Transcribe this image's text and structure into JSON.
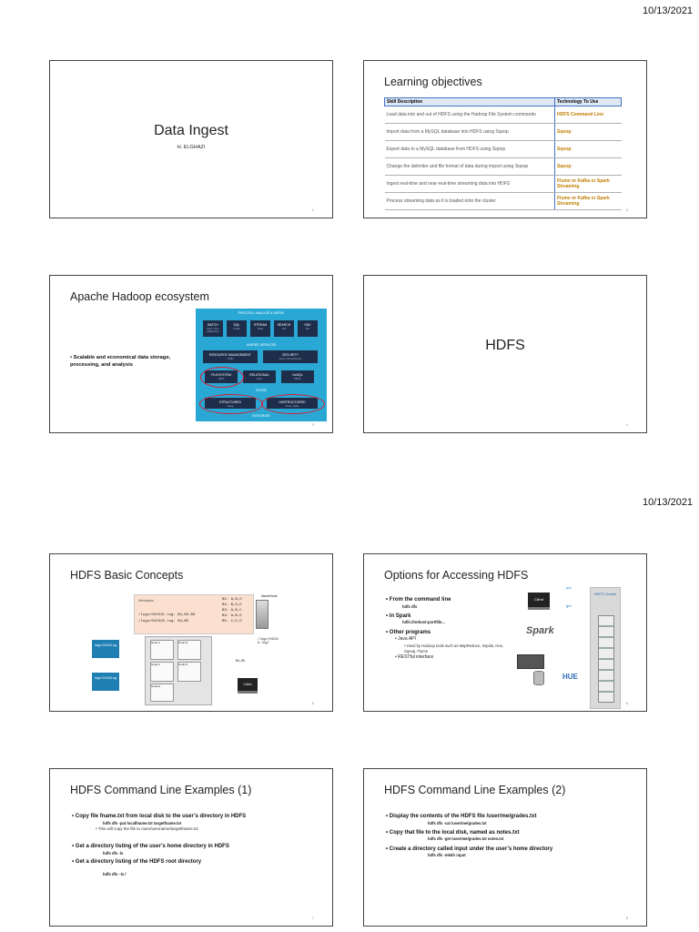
{
  "page": {
    "date_top": "10/13/2021",
    "date_mid": "10/13/2021"
  },
  "slides": {
    "s1": {
      "title": "Data Ingest",
      "subtitle": "H. ELGHAZI",
      "num": "1"
    },
    "s2": {
      "title": "Learning objectives",
      "num": "2",
      "table": {
        "headers": [
          "Skill Description",
          "Technology To Use"
        ],
        "rows": [
          [
            "Load data into and out of HDFS using the Hadoop File System commands",
            "HDFS Command Line"
          ],
          [
            "Import data from a MySQL database into HDFS using Sqoop",
            "Sqoop"
          ],
          [
            "Export data to a MySQL database from HDFS using Sqoop",
            "Sqoop"
          ],
          [
            "Change the delimiter and file format of data during import using Sqoop",
            "Sqoop"
          ],
          [
            "Ingest real-time and near-real-time streaming data into HDFS",
            "Flume or Kafka or Spark Streaming"
          ],
          [
            "Process streaming data as it is loaded onto the cluster",
            "Flume or Kafka or Spark Streaming"
          ]
        ]
      }
    },
    "s3": {
      "title": "Apache Hadoop ecosystem",
      "num": "3",
      "bullet": "Scalable and economical data storage, processing, and analysis",
      "diagram": {
        "process_label": "PROCESS, ANALYZE & SERVE",
        "top_boxes": [
          {
            "label": "BATCH",
            "sub": "Spark, Hive, MapReduce"
          },
          {
            "label": "SQL",
            "sub": "Impala"
          },
          {
            "label": "STREAM",
            "sub": "Spark"
          },
          {
            "label": "SEARCH",
            "sub": "Solr"
          },
          {
            "label": "SDK",
            "sub": "Kite"
          }
        ],
        "unified_label": "UNIFIED SERVICES",
        "resource": {
          "label": "RESOURCE MANAGEMENT",
          "sub": "YARN"
        },
        "security": {
          "label": "SECURITY",
          "sub": "Sentry, RecordService"
        },
        "store_boxes": [
          {
            "label": "FILESYSTEM",
            "sub": "HDFS"
          },
          {
            "label": "RELATIONAL",
            "sub": "Kudu"
          },
          {
            "label": "NoSQL",
            "sub": "HBase"
          }
        ],
        "store_label": "STORE",
        "structured": {
          "label": "STRUCTURED",
          "sub": "Sqoop"
        },
        "unstructured": {
          "label": "UNSTRUCTURED",
          "sub": "Flume, Kafka"
        },
        "integrate_label": "INTEGRATE"
      }
    },
    "s4": {
      "title": "HDFS",
      "num": "4"
    },
    "s5": {
      "title": "HDFS Basic Concepts",
      "num": "5",
      "metadata_label": "Metadata",
      "meta_lines": [
        "/logs/031515.log: B1,B2,B3",
        "/logs/042316.log: B4,B5"
      ],
      "block_map": [
        "B1: A,B,D",
        "B2: B,D,E",
        "B3: A,B,C",
        "B4: A,B,E",
        "B5: C,E,D"
      ],
      "namenode_label": "NameNode",
      "file1": "/logs/ 031515.log",
      "file2": "/logs/ 042316.log",
      "nodes": [
        "Node A",
        "Node B",
        "Node C",
        "Node D",
        "Node E"
      ],
      "client_label": "Client",
      "query_label": "/logs/04231 6.log?",
      "reply_label": "B4,B5"
    },
    "s6": {
      "title": "Options for Accessing HDFS",
      "num": "6",
      "b1": "From the command line",
      "b1_cmd": "hdfs dfs",
      "b2": "In Spark",
      "b2_cmd": "hdfs://nnhost:port/file...",
      "b3": "Other programs",
      "b3_1": "Java API",
      "b3_1_1": "Used by Hadoop tools such as MapReduce, Impala, Hue, Sqoop, Flume",
      "b3_2": "RESTful interface",
      "put_label": "put",
      "get_label": "get",
      "client_label": "Client",
      "cluster_label": "HDFS Cluster",
      "spark_label": "Spark",
      "hue_label": "HUE"
    },
    "s7": {
      "title": "HDFS Command Line Examples (1)",
      "num": "7",
      "b1": "Copy file fname.txt from local disk to the user’s directory in HDFS",
      "b1_cmd": "hdfs dfs -put localfname.txt targetfname.txt",
      "b1_note": "This will copy the file to /user/username/targetfname.txt",
      "b2": "Get a directory listing of the user’s home directory in HDFS",
      "b2_cmd": "hdfs dfs -ls",
      "b3": "Get a directory listing of the HDFS root directory",
      "b3_cmd": "hdfs dfs –ls /"
    },
    "s8": {
      "title": "HDFS Command Line Examples (2)",
      "num": "8",
      "b1": "Display the contents of the HDFS file /user/me/grades.txt",
      "b1_cmd": "hdfs dfs -cat /user/me/grades.txt",
      "b2": "Copy that file to the local disk, named as notes.txt",
      "b2_cmd": "hdfs dfs -get /user/me/grades.txt notes.txt",
      "b3": "Create a directory called input under the user’s home directory",
      "b3_cmd": "hdfs dfs -mkdir input"
    }
  }
}
